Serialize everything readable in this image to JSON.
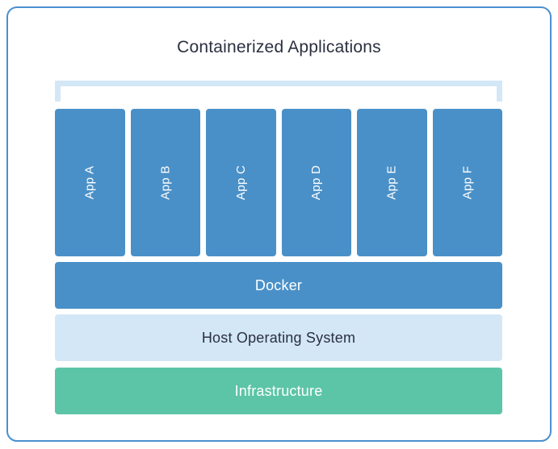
{
  "diagram": {
    "title": "Containerized Applications",
    "type": "docker-architecture-stack",
    "colors": {
      "frame_border": "#4a90d0",
      "app_box": "#4a90c8",
      "docker_layer": "#4a90c8",
      "host_os_layer": "#d3e7f7",
      "infrastructure_layer": "#5cc5a7",
      "bracket_rail": "#d3e7f7",
      "title_text": "#2b3040",
      "light_text": "#ffffff",
      "background": "#ffffff"
    },
    "apps": [
      {
        "label": "App A"
      },
      {
        "label": "App B"
      },
      {
        "label": "App C"
      },
      {
        "label": "App D"
      },
      {
        "label": "App E"
      },
      {
        "label": "App F"
      }
    ],
    "layers": [
      {
        "id": "docker",
        "label": "Docker"
      },
      {
        "id": "host-os",
        "label": "Host Operating System"
      },
      {
        "id": "infrastructure",
        "label": "Infrastructure"
      }
    ]
  }
}
